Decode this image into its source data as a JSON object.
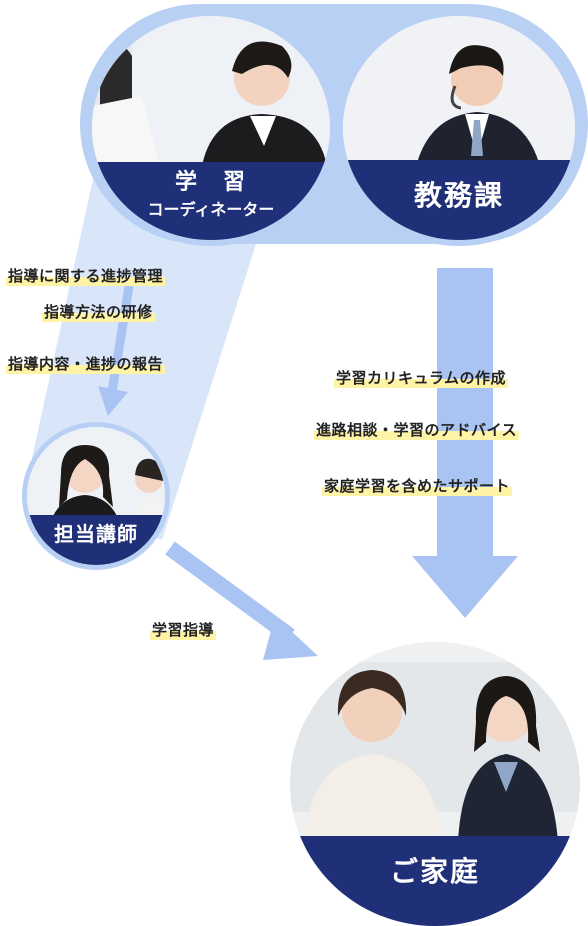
{
  "nodes": {
    "coordinator": {
      "line1": "学　習",
      "line2": "コーディネーター"
    },
    "kyomuka": {
      "label": "教務課"
    },
    "tanto": {
      "label": "担当講師"
    },
    "katei": {
      "label": "ご家庭"
    }
  },
  "labels": {
    "coord_to_tanto_1": "指導に関する進捗管理",
    "coord_to_tanto_2": "指導方法の研修",
    "tanto_to_coord": "指導内容・進捗の報告",
    "kyomu_1": "学習カリキュラムの作成",
    "kyomu_2": "進路相談・学習のアドバイス",
    "kyomu_3": "家庭学習を含めたサポート",
    "tanto_to_katei": "学習指導"
  },
  "colors": {
    "navy": "#1f2f78",
    "light_blue": "#a9c4f2",
    "pale_blue": "#c9daf6",
    "highlight_yellow": "#fff3a6"
  }
}
